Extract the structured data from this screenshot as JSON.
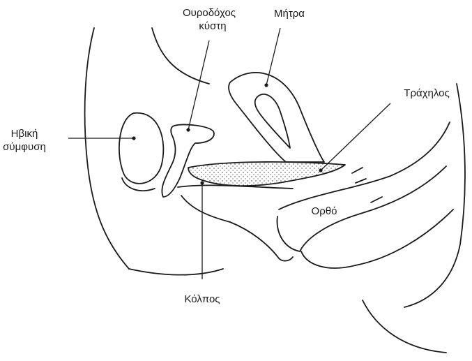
{
  "labels": {
    "pubic_symphysis": [
      "Ηβική",
      "σύμφυση"
    ],
    "bladder": [
      "Ουροδόχος",
      "κύστη"
    ],
    "uterus": "Μήτρα",
    "cervix": "Τράχηλος",
    "rectum": "Ορθό",
    "vagina": "Κόλπος"
  },
  "colors": {
    "line": "#1a1a1a",
    "background": "#ffffff"
  }
}
